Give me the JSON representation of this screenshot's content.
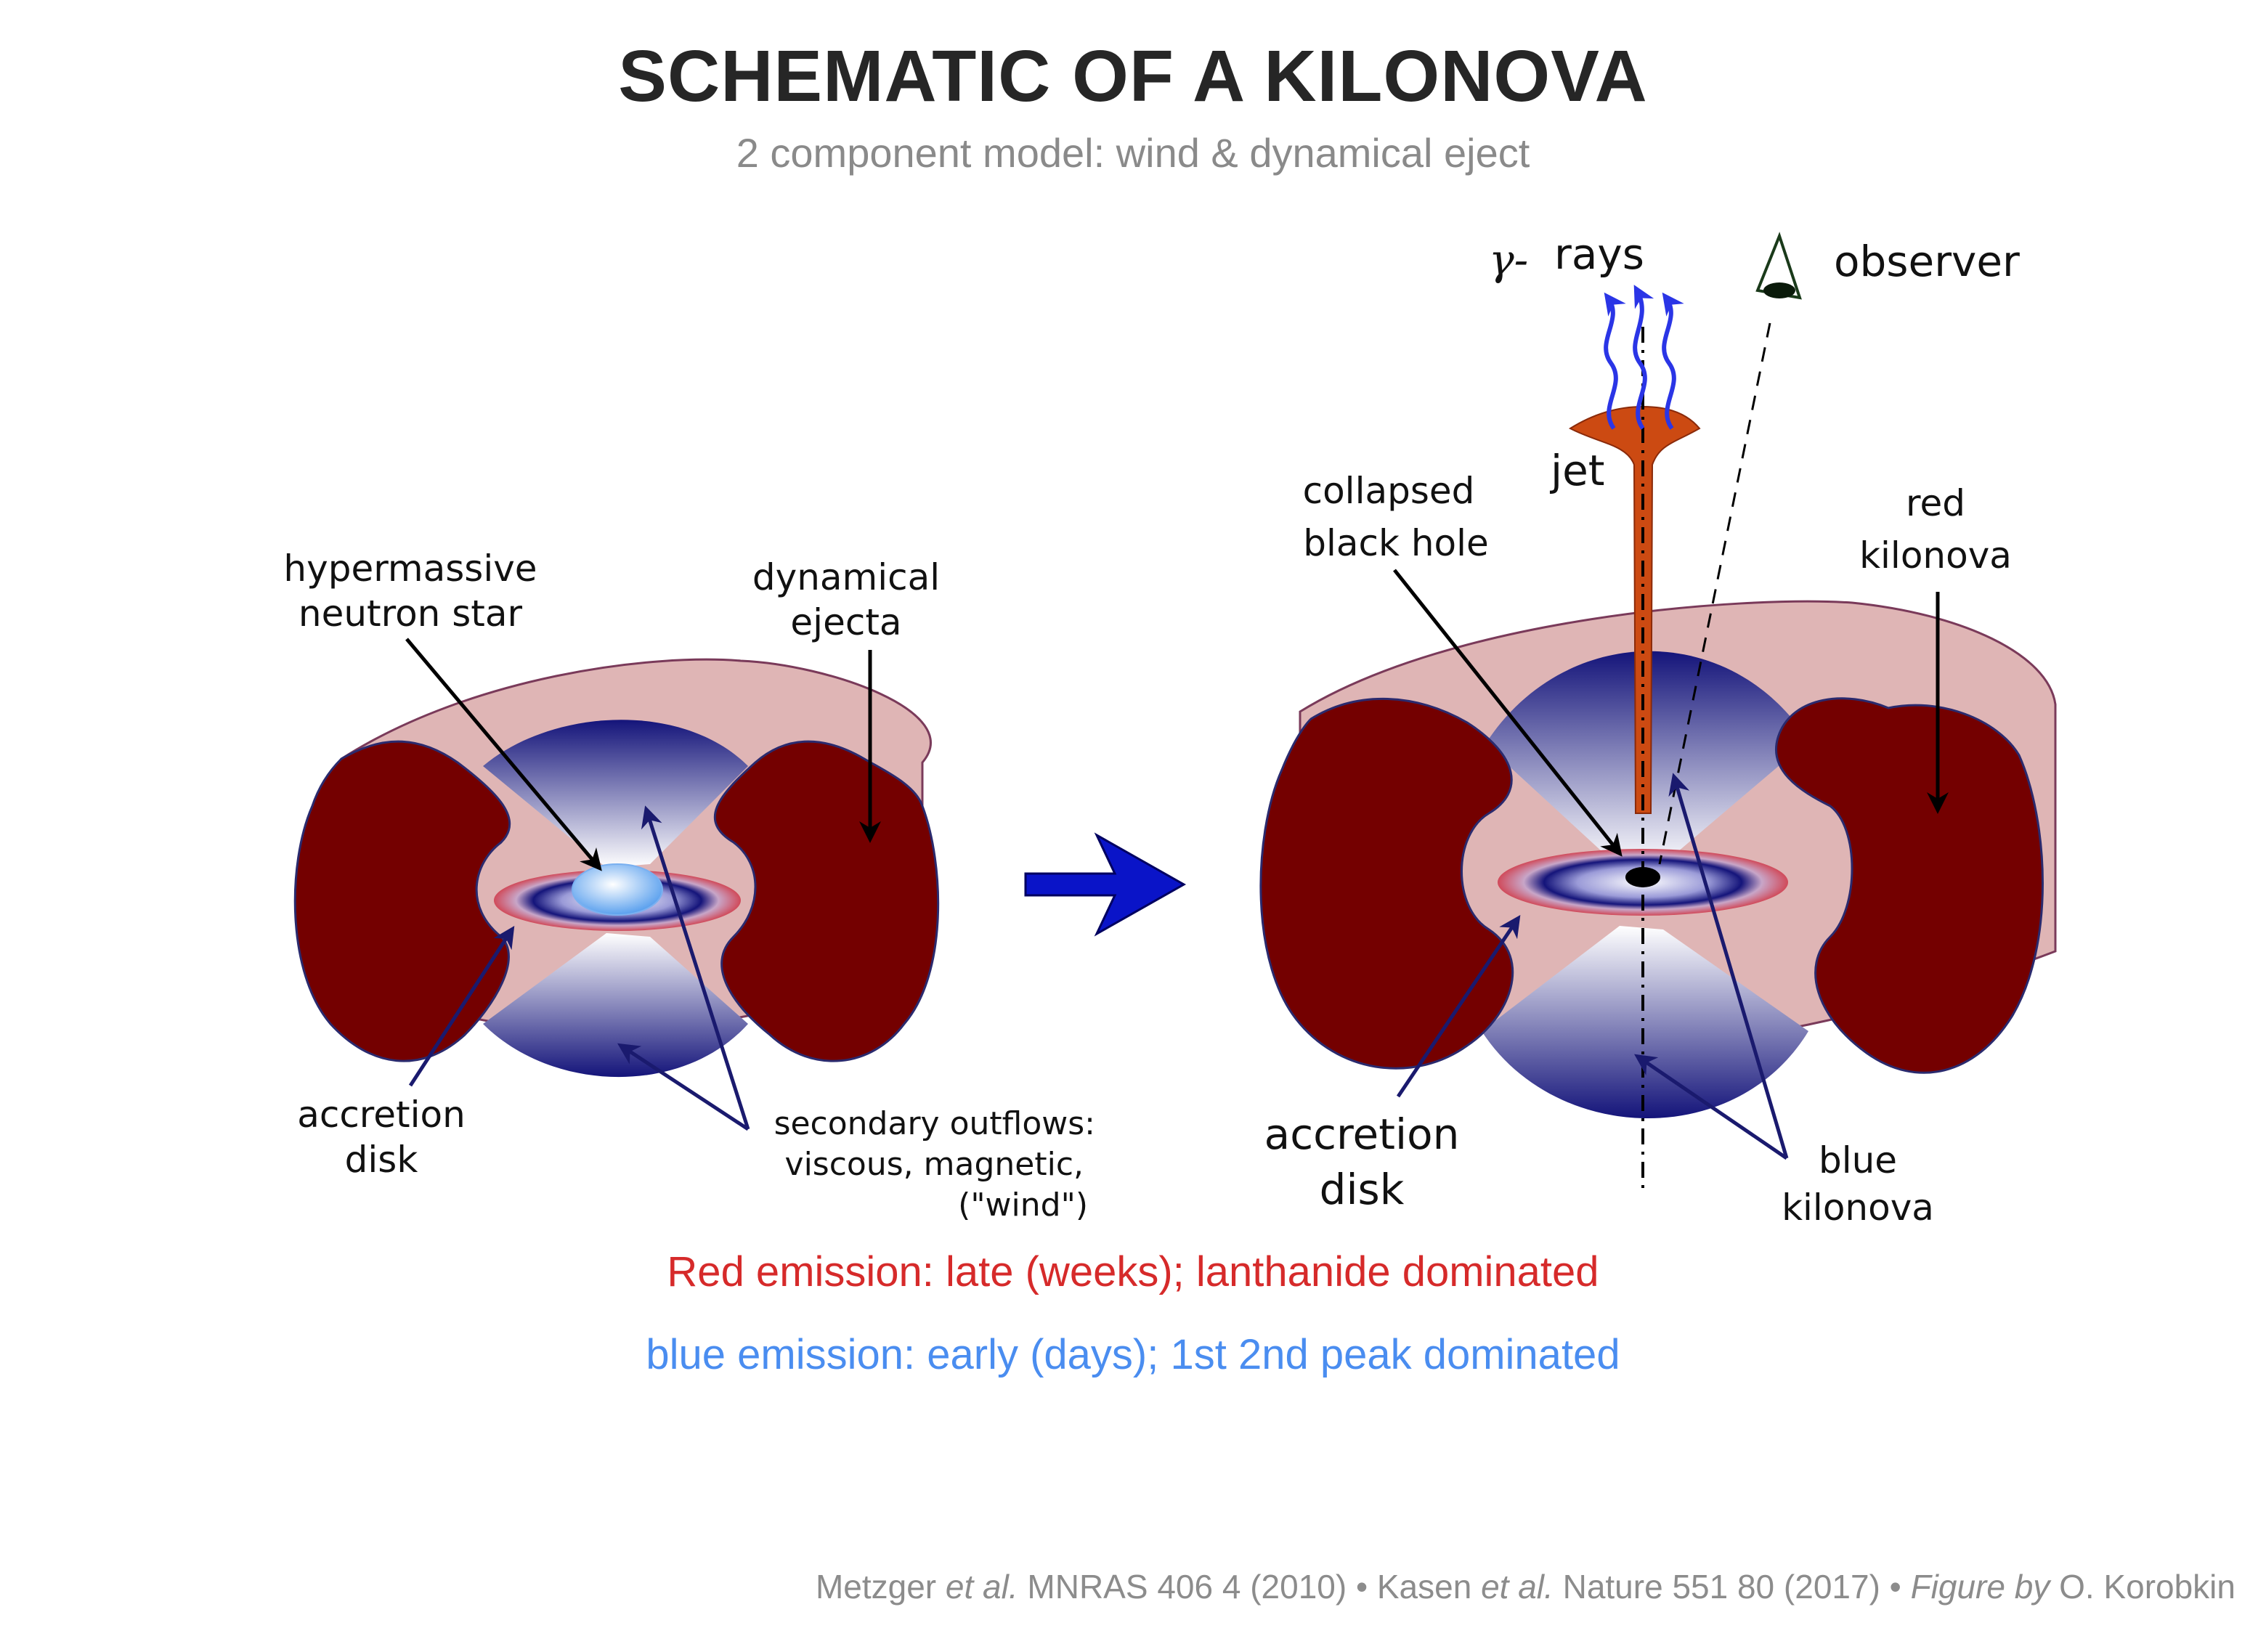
{
  "header": {
    "title": "SCHEMATIC OF A KILONOVA",
    "subtitle": "2 component model: wind & dynamical eject"
  },
  "left_panel": {
    "hms_label_1": "hypermassive",
    "hms_label_2": "neutron star",
    "dyn_label_1": "dynamical",
    "dyn_label_2": "ejecta",
    "disk_label_1": "accretion",
    "disk_label_2": "disk",
    "outflow_label_1": "secondary outflows:",
    "outflow_label_2": "viscous, magnetic,",
    "outflow_label_3": "(\"wind\")"
  },
  "right_panel": {
    "gamma_symbol": "γ-",
    "gamma_label": "rays",
    "observer_label": "observer",
    "jet_label": "jet",
    "bh_label_1": "collapsed",
    "bh_label_2": "black hole",
    "red_label_1": "red",
    "red_label_2": "kilonova",
    "disk_label_1": "accretion",
    "disk_label_2": "disk",
    "blue_label_1": "blue",
    "blue_label_2": "kilonova"
  },
  "emission": {
    "red": "Red emission: late (weeks); lanthanide dominated",
    "blue": "blue emission: early (days); 1st 2nd peak dominated"
  },
  "citation": {
    "author1": "Metzger",
    "etal1": "et al.",
    "ref1": "MNRAS 406 4 (2010)",
    "sep1": "•",
    "author2": "Kasen",
    "etal2": "et al.",
    "ref2": "Nature 551 80 (2017)",
    "sep2": "•",
    "figby": "Figure by",
    "credit": "O. Korobkin"
  },
  "colors": {
    "dynamical_ejecta": "#740000",
    "envelope": "#dfb5b5",
    "wind_dark": "#14147a",
    "wind_light": "#ffffff",
    "jet": "#cc4a12",
    "gamma_rays": "#2a35e6",
    "arrow_blue": "#0a14c8",
    "red_text": "#d62a2a",
    "blue_text": "#4a8df0"
  }
}
